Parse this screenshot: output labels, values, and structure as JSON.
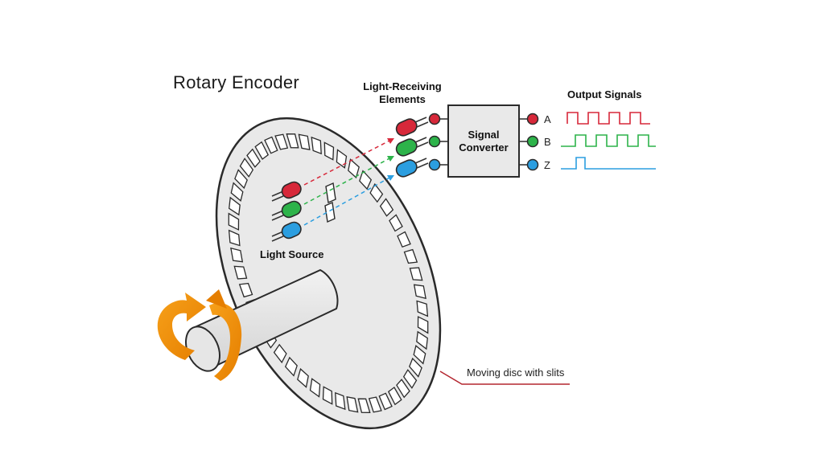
{
  "title": "Rotary Encoder",
  "labels": {
    "receiving_line1": "Light-Receiving",
    "receiving_line2": "Elements",
    "output_signals": "Output Signals",
    "light_source": "Light Source",
    "converter_line1": "Signal",
    "converter_line2": "Converter",
    "moving_disc": "Moving disc with slits"
  },
  "channels": [
    {
      "name": "A",
      "color": "#d7283a"
    },
    {
      "name": "B",
      "color": "#2db34a"
    },
    {
      "name": "Z",
      "color": "#2b9ee0"
    }
  ],
  "colors": {
    "arrow": "#f08c00",
    "disc_fill": "#e9e9e9",
    "outline": "#2a2a2a",
    "callout_line": "#b3262f"
  }
}
